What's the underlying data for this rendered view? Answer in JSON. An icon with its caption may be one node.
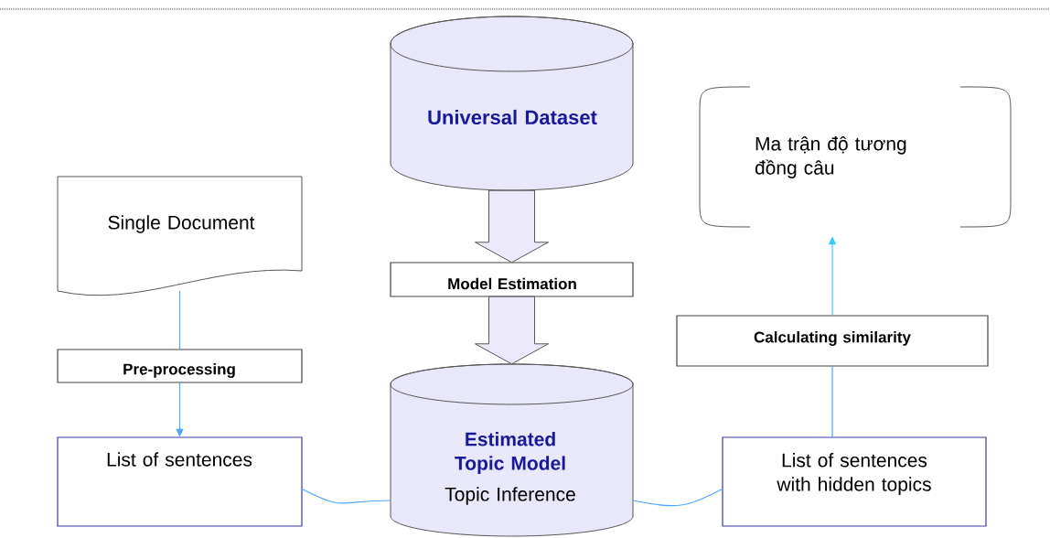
{
  "diagram": {
    "nodes": [
      {
        "text": [
          "Universal Dataset"
        ]
      },
      {
        "text": [
          "Single Document"
        ]
      },
      {
        "text": [
          "Model Estimation"
        ]
      },
      {
        "text": [
          "Ma trận độ tương đồng câu"
        ]
      },
      {
        "text": [
          "Calculating similarity"
        ]
      },
      {
        "text": [
          "Pre-processing"
        ]
      },
      {
        "text": [
          "List of sentences"
        ]
      },
      {
        "text": [
          "Estimated Topic Model",
          "Topic Inference"
        ]
      },
      {
        "text": [
          "List of sentences with hidden topics"
        ]
      }
    ],
    "edges": [
      {
        "from": 0,
        "to": 2,
        "arrow": "to",
        "style": "thick"
      },
      {
        "from": 2,
        "to": 7,
        "arrow": "to",
        "style": "thick"
      },
      {
        "from": 1,
        "to": 5,
        "arrow": "none"
      },
      {
        "from": 5,
        "to": 6,
        "arrow": "to"
      },
      {
        "from": 6,
        "to": 7,
        "arrow": "none"
      },
      {
        "from": 7,
        "to": 8,
        "arrow": "none"
      },
      {
        "from": 8,
        "to": 4,
        "arrow": "none"
      },
      {
        "from": 4,
        "to": 3,
        "arrow": "to",
        "color": "#33ccff"
      }
    ]
  }
}
